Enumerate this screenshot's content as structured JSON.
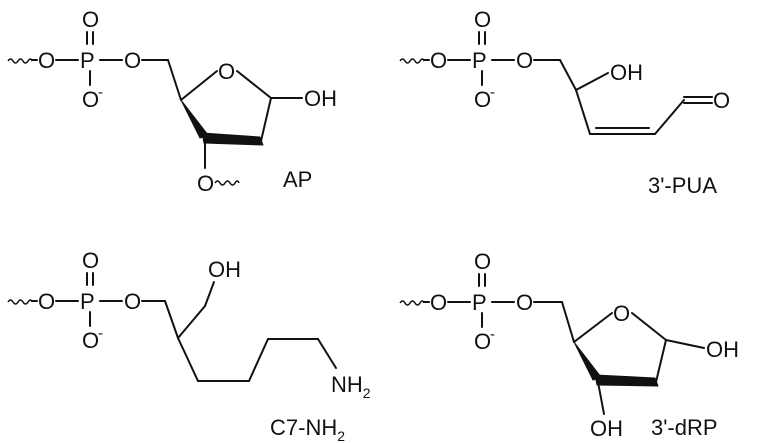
{
  "atoms": {
    "oxygen": "O",
    "phosphorus": "P",
    "hydroxyl": "OH",
    "nitrogen_h": "NH",
    "charge_minus": "-",
    "subscript_2": "2"
  },
  "structures": [
    {
      "id": "ap",
      "label": "AP"
    },
    {
      "id": "pua",
      "label": "3'-PUA"
    },
    {
      "id": "c7",
      "label_main": "C7-NH",
      "label_sub": "2"
    },
    {
      "id": "drp",
      "label": "3'-dRP"
    }
  ],
  "colors": {
    "ink": "#111111",
    "background": "#ffffff"
  }
}
